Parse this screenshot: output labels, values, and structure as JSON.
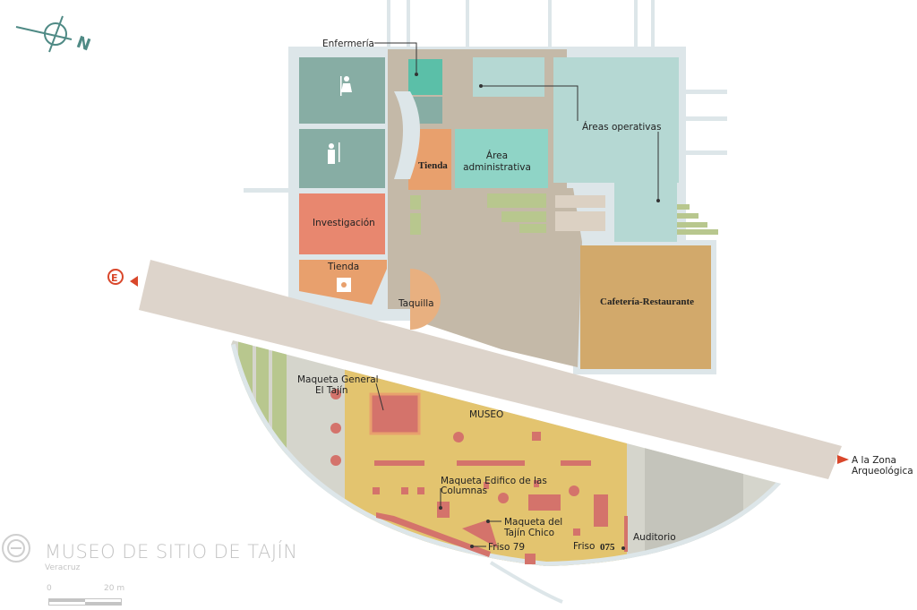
{
  "map": {
    "title": "MUSEO DE SITIO DE TAJÍN",
    "subtitle": "Veracruz",
    "scale": {
      "start": "0",
      "end": "20 m"
    },
    "compass": "N",
    "entrance_marker": "E",
    "labels": {
      "enfermeria": "Enfermería",
      "areas_operativas": "Áreas operativas",
      "area_admin_1": "Área",
      "area_admin_2": "administrativa",
      "tienda_top": "Tienda",
      "investigacion": "Investigación",
      "tienda": "Tienda",
      "taquilla": "Taquilla",
      "cafeteria": "Cafetería-Restaurante",
      "maqueta_general_1": "Maqueta General",
      "maqueta_general_2": "El Tajín",
      "museo": "MUSEO",
      "maqueta_columnas_1": "Maqueta Edifico de las",
      "maqueta_columnas_2": "Columnas",
      "maqueta_chico_1": "Maqueta del",
      "maqueta_chico_2": "Tajín Chico",
      "friso79": "Friso 79",
      "friso075_a": "Friso",
      "friso075_b": "075",
      "auditorio": "Auditorio",
      "zona_1": "A la Zona",
      "zona_2": "Arqueológica"
    },
    "colors": {
      "walls": "#dde6e9",
      "restrooms": "#87ada4",
      "corridor": "#c4b9a8",
      "enfermeria": "#5bbfa8",
      "admin": "#8fd4c6",
      "operativas": "#b5d8d3",
      "tienda": "#e8a06d",
      "investigacion": "#e8876f",
      "cafeteria": "#d2a96b",
      "green": "#b8c78e",
      "museo": "#e3c46f",
      "walkway": "#ddd4cb",
      "exhibit": "#d4736b",
      "accent": "#d9472b"
    }
  }
}
